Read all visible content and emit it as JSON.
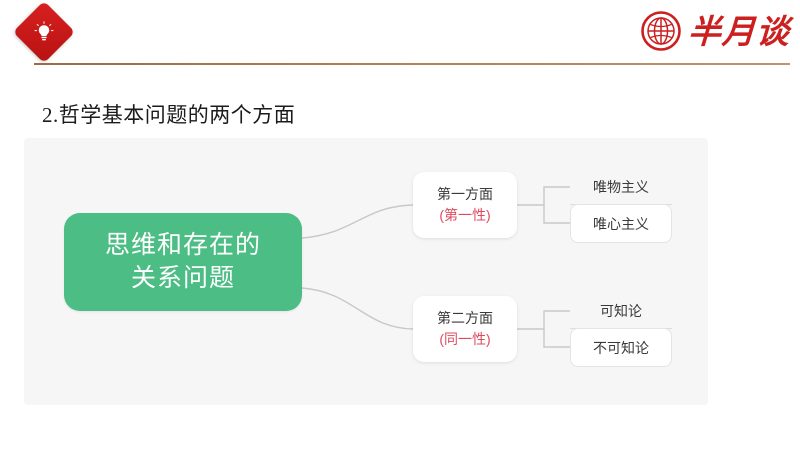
{
  "header": {
    "brand_icon": "lightbulb-diamond-icon",
    "logo_icon": "globe-icon",
    "logo_text": "半月谈",
    "divider_color": "#a97348",
    "brand_red": "#cc1f1f"
  },
  "page": {
    "title": "2.哲学基本问题的两个方面"
  },
  "mindmap": {
    "root": {
      "line1": "思维和存在的",
      "line2": "关系问题",
      "color": "#4cbd84",
      "text_color": "#ffffff"
    },
    "branches": [
      {
        "title": "第一方面",
        "subtitle": "(第一性)",
        "subtitle_color": "#df4a5e",
        "leaves": [
          "唯物主义",
          "唯心主义"
        ]
      },
      {
        "title": "第二方面",
        "subtitle": "(同一性)",
        "subtitle_color": "#df4a5e",
        "leaves": [
          "可知论",
          "不可知论"
        ]
      }
    ],
    "panel_color": "#f6f6f6",
    "connector_color": "#c8c8c8"
  }
}
